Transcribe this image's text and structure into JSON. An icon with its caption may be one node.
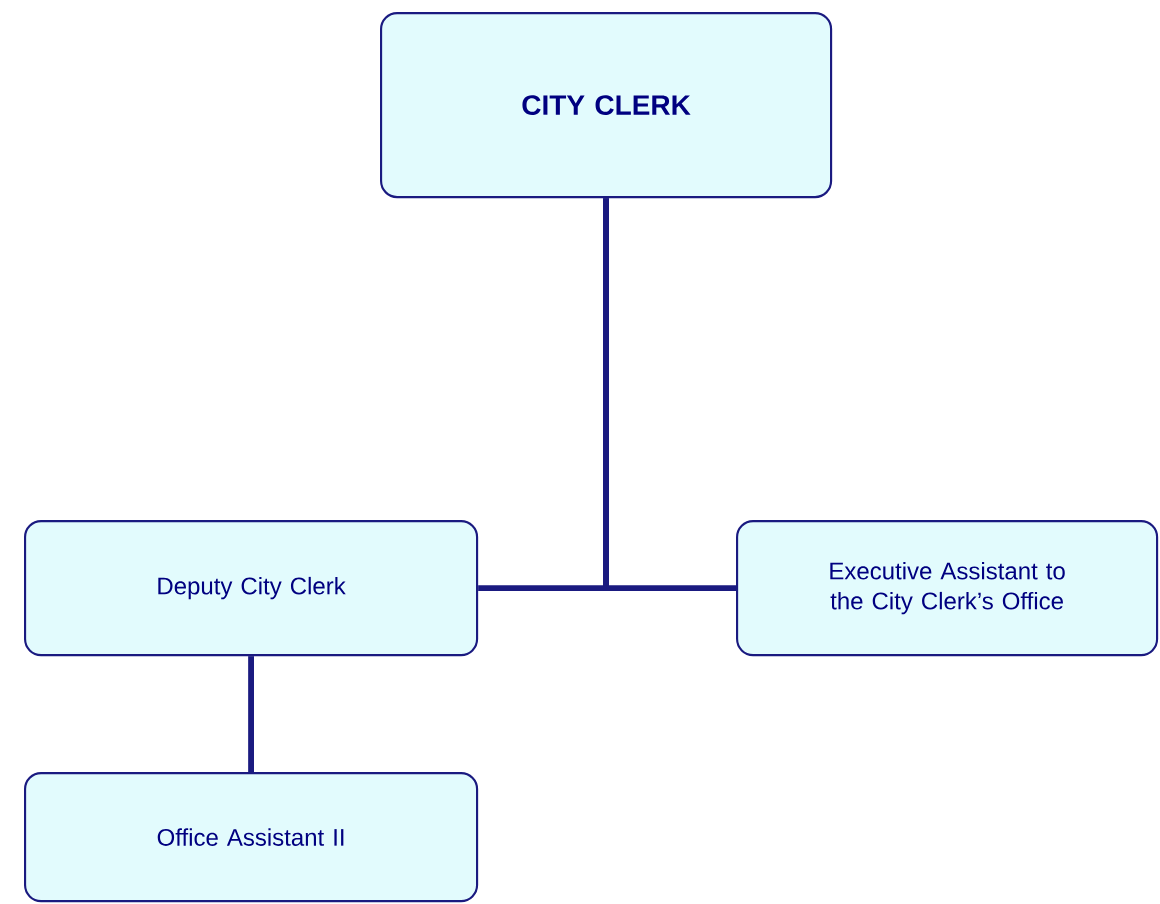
{
  "diagram": {
    "nodes": [
      {
        "text": [
          "CITY CLERK"
        ]
      },
      {
        "text": [
          "Deputy City Clerk"
        ]
      },
      {
        "text": [
          "Executive Assistant to the City Clerk’s Office"
        ]
      },
      {
        "text": [
          "Office Assistant II"
        ]
      }
    ],
    "edges": [
      {
        "from": 0,
        "to": 1,
        "arrow": "none"
      },
      {
        "from": 0,
        "to": 2,
        "arrow": "none"
      },
      {
        "from": 1,
        "to": 3,
        "arrow": "none"
      }
    ]
  }
}
